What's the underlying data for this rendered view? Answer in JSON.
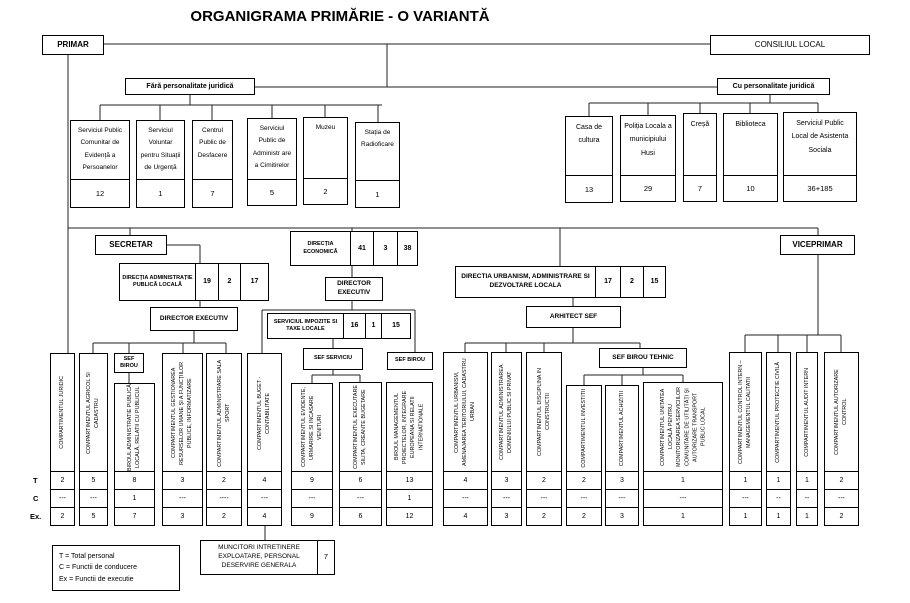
{
  "title": "ORGANIGRAMA PRIMĂRIE - O VARIANTĂ",
  "primar": "PRIMAR",
  "consiliul_local": "CONSILIUL LOCAL",
  "fara_personalitate": "Fără personalitate juridică",
  "cu_personalitate": "Cu personalitate juridică",
  "fara_units": [
    {
      "name": "Serviciul Public Comunitar de Evidență a Persoanelor",
      "total": "12"
    },
    {
      "name": "Serviciul Voluntar pentru Situații de Urgență",
      "total": "1"
    },
    {
      "name": "Centrul Public de Desfacere",
      "total": "7"
    },
    {
      "name": "Serviciul Public de Administr are a Cimitirelor",
      "total": "5"
    },
    {
      "name": "Muzeu",
      "total": "2"
    },
    {
      "name": "Stația de Radioficare",
      "total": "1"
    }
  ],
  "cu_units": [
    {
      "name": "Casa de cultura",
      "total": "13"
    },
    {
      "name": "Poliția Locala a municipiului Husi",
      "total": "29"
    },
    {
      "name": "Creșă",
      "total": "7"
    },
    {
      "name": "Biblioteca",
      "total": "10"
    },
    {
      "name": "Serviciul Public Local de Asistenta Sociala",
      "total": "36+185"
    }
  ],
  "secretar": "SECRETAR",
  "viceprimar": "VICEPRIMAR",
  "directia_admin": {
    "name": "DIRECȚIA ADMINISTRAȚIE PUBLICĂ LOCALĂ",
    "t": "19",
    "c": "2",
    "ex": "17"
  },
  "director_executiv_admin": "DIRECTOR EXECUTIV",
  "directia_economica": {
    "name": "DIRECȚIA ECONOMICĂ",
    "t": "41",
    "c": "3",
    "ex": "38"
  },
  "director_executiv_economic": "DIRECTOR EXECUTIV",
  "serviciul_impozite": {
    "name": "SERVICIUL IMPOZITE SI TAXE LOCALE",
    "t": "16",
    "c": "1",
    "ex": "15"
  },
  "directia_urbanism": {
    "name": "DIRECTIA URBANISM, ADMINISTRARE SI DEZVOLTARE LOCALA",
    "t": "17",
    "c": "2",
    "ex": "15"
  },
  "arhitect_sef": "ARHITECT SEF",
  "sef_birou_admin": "SEF BIROU",
  "sef_serviciu": "SEF SERVICIU",
  "sef_birou_proiecte": "SEF BIROU",
  "sef_birou_tehnic": "SEF BIROU TEHNIC",
  "compartments": [
    {
      "name": "COMPARTIMENTUL JURIDIC",
      "t": "2",
      "c": "---",
      "ex": "2"
    },
    {
      "name": "COMPARTIMENTUL AGRICOL SI CADASTRU",
      "t": "5",
      "c": "---",
      "ex": "5"
    },
    {
      "name": "BIROUL ADMINISTRATIE PUBLICĂ LOCALĂ, RELATII CU PUBLICUL",
      "t": "8",
      "c": "1",
      "ex": "7"
    },
    {
      "name": "COMPARTIMENTUL GESTIONAREA RESURSELOR UMANE ȘI A FUNCȚIILOR PUBLICE, INFORMATIZARE",
      "t": "3",
      "c": "---",
      "ex": "3"
    },
    {
      "name": "COMPARTIMENTUL ADMINISTRARE SALA SPORT",
      "t": "2",
      "c": "----",
      "ex": "2"
    },
    {
      "name": "COMPARTIMENTUL BUGET - CONTABILITATE",
      "t": "4",
      "c": "---",
      "ex": "4"
    },
    {
      "name": "COMPARTIMENTUL EVIDENTE, URMARIRE SI INCASARE VENITURI",
      "t": "9",
      "c": "---",
      "ex": "9"
    },
    {
      "name": "COMPARTIMENTUL EXECUTARE SILITA, CREANTE BUGETARE",
      "t": "6",
      "c": "---",
      "ex": "6"
    },
    {
      "name": "BIROUL MANAGEMENTUL PROIECTELOR, INTEGRARE EUROPEANA SI RELATII INTERNATIONALE",
      "t": "13",
      "c": "1",
      "ex": "12"
    },
    {
      "name": "COMPARTIMENTUL URBANISM, AMENAJAREA TERITORIULUI, CADASTRU URBAN",
      "t": "4",
      "c": "---",
      "ex": "4"
    },
    {
      "name": "COMPARTIMENTUL ADMINISTRAREA DOMENIULUI PUBLIC SI PRIVAT",
      "t": "3",
      "c": "---",
      "ex": "3"
    },
    {
      "name": "COMPARTIMENTUL DISCIPLINA IN CONSTRUCTII",
      "t": "2",
      "c": "---",
      "ex": "2"
    },
    {
      "name": "COMPARTIMENTUL INVESTITII",
      "t": "2",
      "c": "---",
      "ex": "2"
    },
    {
      "name": "COMPARTIMENTUL ACHIZITII",
      "t": "3",
      "c": "---",
      "ex": "3"
    },
    {
      "name": "COMPARTIMENTUL UNITATEA LOCALĂ PENTRU MONITORIZAREA SERVICIILOR COMUNITARE DE UTILITĂȚI ȘI AUTORIZARE TRANSPORT PUBLIC LOCAL",
      "t": "1",
      "c": "---",
      "ex": "1"
    },
    {
      "name": "COMPARTIMENTUL CONTROL INTERN – MANAGEMENTUL CALITATII",
      "t": "1",
      "c": "---",
      "ex": "1"
    },
    {
      "name": "COMPARTIMENTUL PROTECTIE CIVILĂ",
      "t": "1",
      "c": "--",
      "ex": "1"
    },
    {
      "name": "COMPARTIMENTUL AUDIT INTERN",
      "t": "1",
      "c": "--",
      "ex": "1"
    },
    {
      "name": "COMPARTIMENTUL AUTORIZARE CONTROL",
      "t": "2",
      "c": "---",
      "ex": "2"
    }
  ],
  "row_labels": [
    "T",
    "C",
    "Ex."
  ],
  "legend": [
    "T = Total personal",
    "C = Functii de conducere",
    "Ex = Functii de executie"
  ],
  "muncitori": {
    "name": "MUNCITORI INTRETINERE EXPLOATARE, PERSONAL DESERVIRE GENERALA",
    "total": "7"
  }
}
